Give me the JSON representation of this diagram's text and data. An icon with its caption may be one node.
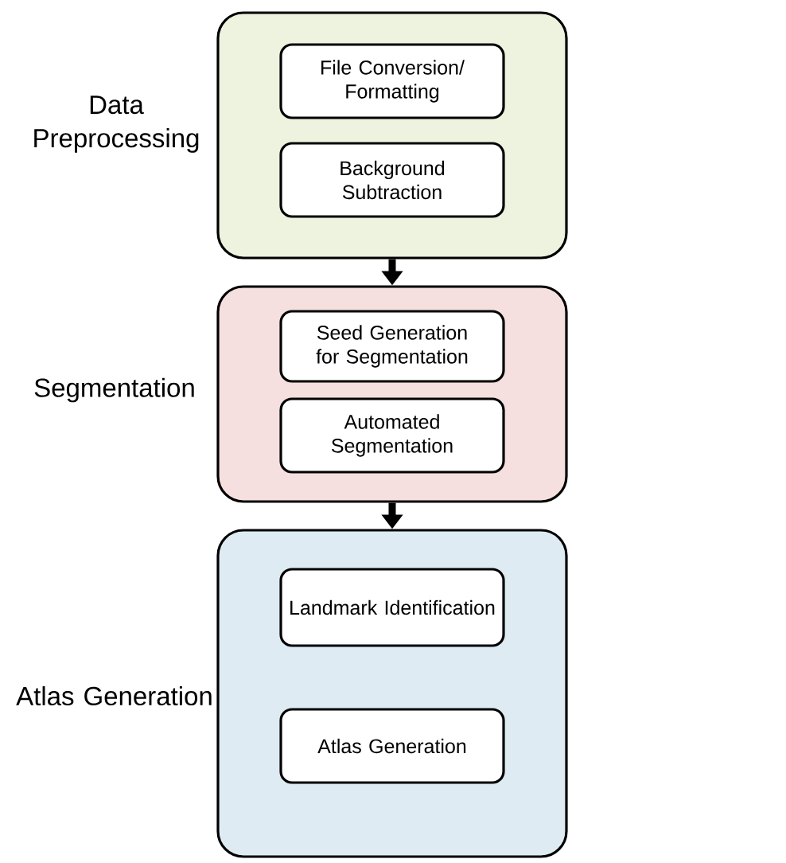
{
  "diagram": {
    "nodes": [
      {
        "text": [
          "Data Preprocessing"
        ]
      },
      {
        "text": [
          "File Conversion/ Formatting"
        ],
        "in": 0
      },
      {
        "text": [
          "Background Subtraction"
        ],
        "in": 0
      },
      {
        "text": [
          "Segmentation"
        ]
      },
      {
        "text": [
          "Seed Generation for Segmentation"
        ],
        "in": 3
      },
      {
        "text": [
          "Automated Segmentation"
        ],
        "in": 3
      },
      {
        "text": [
          "Atlas Generation"
        ]
      },
      {
        "text": [
          "Landmark Identification"
        ],
        "in": 6
      },
      {
        "text": [
          "Atlas Generation"
        ],
        "in": 6
      }
    ],
    "edges": [
      {
        "from": 0,
        "to": 3,
        "arrow": "to"
      },
      {
        "from": 3,
        "to": 6,
        "arrow": "to"
      }
    ]
  }
}
